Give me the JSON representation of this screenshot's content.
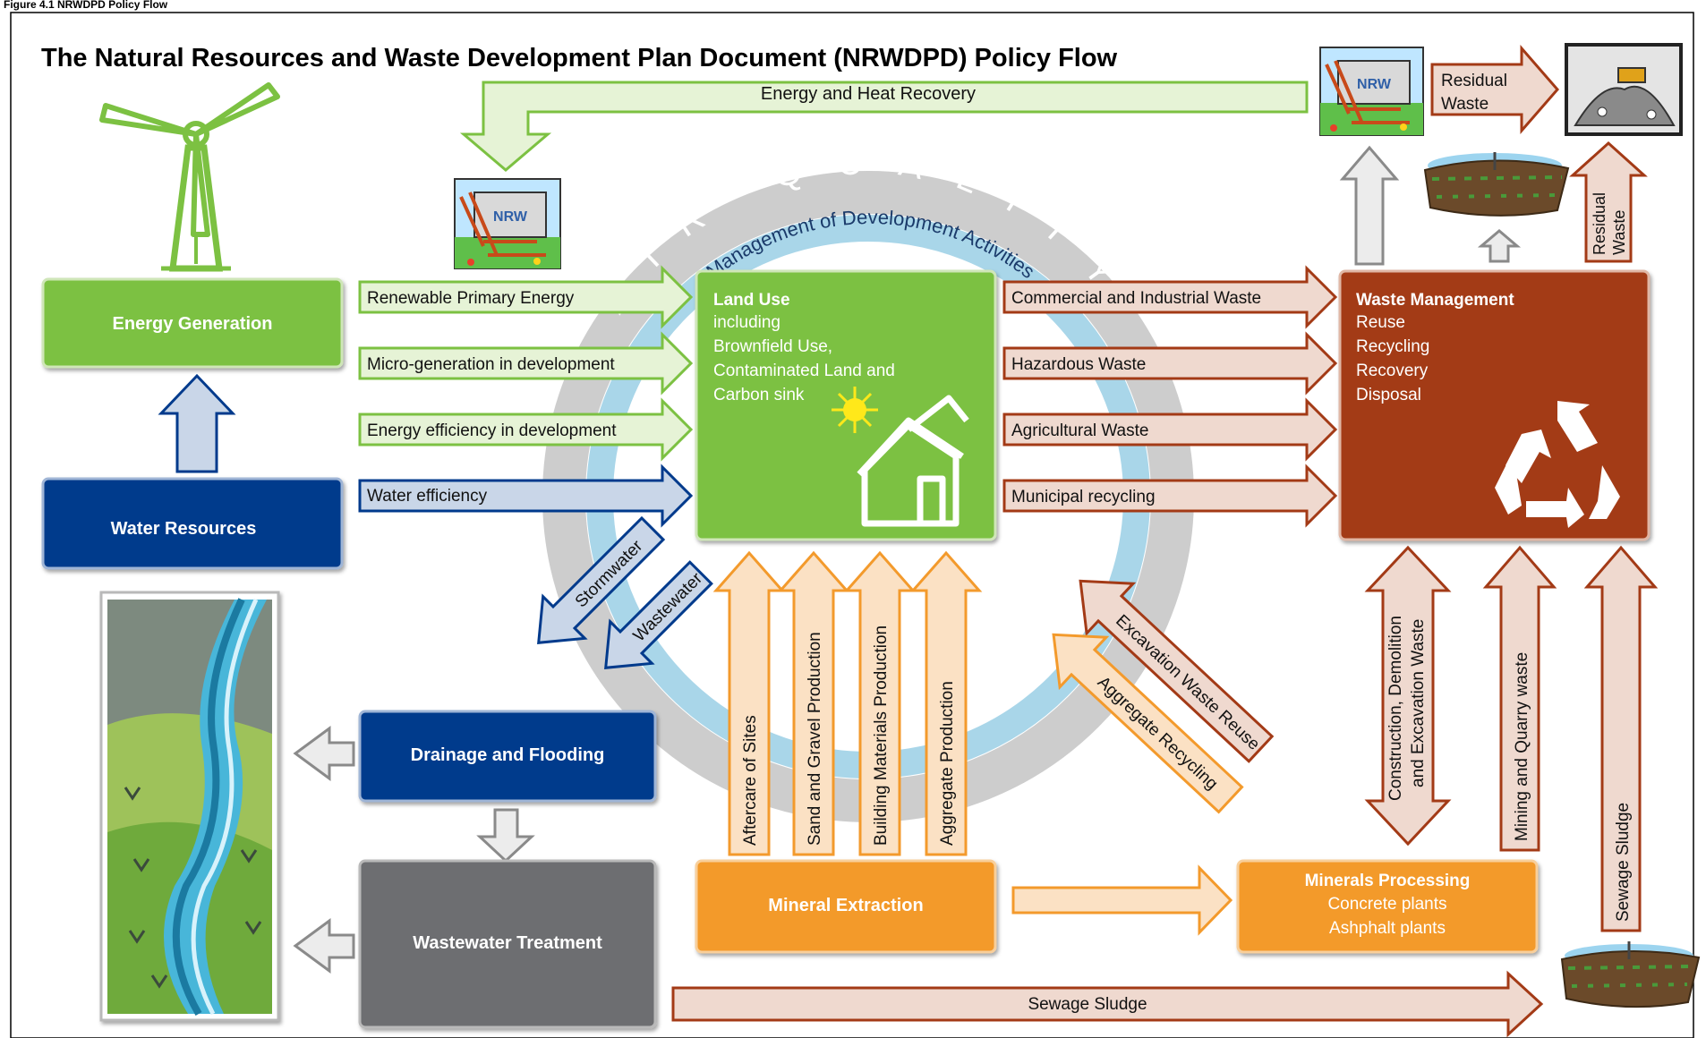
{
  "title": "The Natural Resources and Waste Development Plan Document (NRWDPD) Policy Flow",
  "header_fragment": "Figure 4.1 NRWDPD Policy Flow",
  "ring": {
    "outer_label": "AIR QUALITY",
    "inner_label": "Management of Development Activities"
  },
  "boxes": {
    "energy_generation": "Energy Generation",
    "water_resources": "Water Resources",
    "drainage": "Drainage and Flooding",
    "wastewater_treatment": "Wastewater Treatment",
    "mineral_extraction": "Mineral Extraction",
    "land_use": [
      "Land Use",
      "including",
      "Brownfield Use,",
      "Contaminated Land and",
      "Carbon sink"
    ],
    "waste_management": [
      "Waste Management",
      "Reuse",
      "Recycling",
      "Recovery",
      "Disposal"
    ],
    "minerals_processing": [
      "Minerals Processing",
      "Concrete plants",
      "Ashphalt plants"
    ]
  },
  "arrows": {
    "energy_heat_recovery": "Energy and Heat Recovery",
    "residual_waste_top": [
      "Residual",
      "Waste"
    ],
    "residual_waste_vertical": [
      "Residual",
      "Waste"
    ],
    "renewable": "Renewable Primary Energy",
    "microgen": "Micro-generation in development",
    "efficiency": "Energy efficiency in development",
    "water_eff": "Water efficiency",
    "commercial": "Commercial and Industrial Waste",
    "hazardous": "Hazardous Waste",
    "agricultural": "Agricultural Waste",
    "municipal": "Municipal recycling",
    "stormwater": "Stormwater",
    "wastewater": "Wastewater",
    "aftercare": "Aftercare of Sites",
    "sand_gravel": "Sand and Gravel Production",
    "building_materials": "Building Materials Production",
    "aggregate_production": "Aggregate Production",
    "excavation_reuse": "Excavation Waste Reuse",
    "aggregate_recycling": "Aggregate Recycling",
    "construction_waste": [
      "Construction, Demolition",
      "and Excavation Waste"
    ],
    "mining_quarry": "Mining and Quarry waste",
    "sewage_sludge_vertical": "Sewage Sludge",
    "sewage_sludge_bottom": "Sewage Sludge"
  },
  "plant_sign": "NRW",
  "colors": {
    "green": "#7CC142",
    "light_green_fill": "#E6F3D6",
    "dark_blue": "#003A8C",
    "light_blue_fill": "#C9D6E8",
    "brown": "#A33A16",
    "light_brown_fill": "#EFD9CF",
    "orange": "#F39A2C",
    "light_orange_fill": "#FBE1C4",
    "grey_box": "#6D6E71",
    "grey_arrow": "#D0D0D0",
    "ring_grey": "#CDCDCD",
    "ring_blue": "#A9D6E9"
  },
  "icons": [
    "wind-turbine-icon",
    "power-plant-icon",
    "landfill-icon",
    "sewage-field-icon",
    "river-landscape-icon",
    "house-icon",
    "sun-icon",
    "recycle-icon"
  ]
}
